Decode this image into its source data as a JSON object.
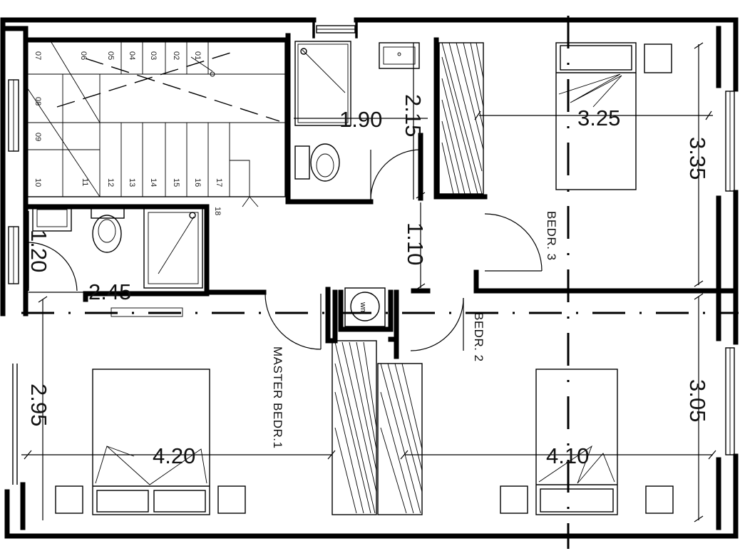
{
  "plan": {
    "rooms": {
      "bedroom_3": "BEDR. 3",
      "bedroom_2": "BEDR. 2",
      "master": "MASTER BEDR.1"
    },
    "appliance": "wm",
    "dimensions": {
      "bath_width": "1.90",
      "bath_depth": "2.15",
      "bed3_width": "3.25",
      "bed3_depth": "3.35",
      "landing": "1.10",
      "ensuite_depth": "1.20",
      "ensuite_width": "2.45",
      "master_depth": "2.95",
      "master_width": "4.20",
      "bed2_width": "4.10",
      "bed2_depth": "3.05"
    },
    "stairs": [
      "07",
      "06",
      "05",
      "04",
      "03",
      "02",
      "01",
      "08",
      "09",
      "10",
      "11",
      "12",
      "13",
      "14",
      "15",
      "16",
      "17",
      "18"
    ]
  }
}
